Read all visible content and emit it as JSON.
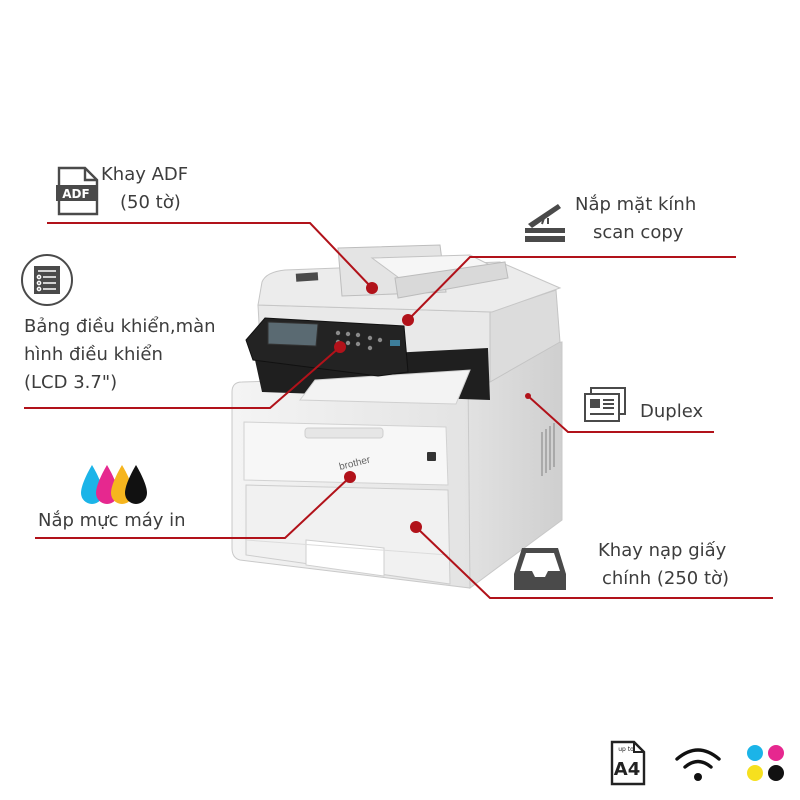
{
  "colors": {
    "accent": "#b1121a",
    "text": "#3d3d3d",
    "icon": "#4a4a4a"
  },
  "callouts": {
    "adf": {
      "line1": "Khay ADF",
      "line2": "(50 tờ)",
      "icon": "adf-icon",
      "icon_text": "ADF"
    },
    "scan_cover": {
      "line1": "Nắp mặt kính",
      "line2": "scan copy",
      "icon": "scanner-icon"
    },
    "control_panel": {
      "line1": "Bảng điều khiển,màn",
      "line2": "hình điều khiển",
      "line3": "(LCD 3.7\")",
      "icon": "control-panel-icon"
    },
    "duplex": {
      "line1": "Duplex",
      "icon": "duplex-icon"
    },
    "ink_cover": {
      "line1": "Nắp mực máy in",
      "icon": "ink-drops-icon"
    },
    "paper_tray": {
      "line1": "Khay nạp giấy",
      "line2": "chính (250 tờ)",
      "icon": "paper-tray-icon"
    }
  },
  "product": {
    "brand": "brother",
    "image": "color-laser-multifunction-printer"
  },
  "features": [
    {
      "icon": "a4-paper-icon",
      "small_text": "up to",
      "main_text": "A4"
    },
    {
      "icon": "wifi-icon"
    },
    {
      "icon": "cmyk-color-icon"
    }
  ]
}
